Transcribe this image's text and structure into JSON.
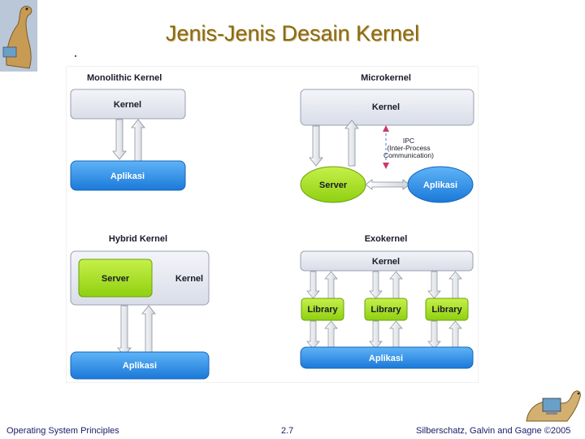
{
  "slide": {
    "title": "Jenis-Jenis Desain Kernel"
  },
  "diagram": {
    "monolithic": {
      "heading": "Monolithic Kernel",
      "kernel": "Kernel",
      "app": "Aplikasi"
    },
    "microkernel": {
      "heading": "Microkernel",
      "kernel": "Kernel",
      "ipc_line1": "IPC",
      "ipc_line2": "(Inter-Process",
      "ipc_line3": "Communication)",
      "server": "Server",
      "app": "Aplikasi"
    },
    "hybrid": {
      "heading": "Hybrid Kernel",
      "server": "Server",
      "kernel": "Kernel",
      "app": "Aplikasi"
    },
    "exokernel": {
      "heading": "Exokernel",
      "kernel": "Kernel",
      "library1": "Library",
      "library2": "Library",
      "library3": "Library",
      "app": "Aplikasi"
    },
    "colors": {
      "kernel_fill": "#e4e7ef",
      "app_fill": "#2a8fe8",
      "server_fill": "#a8e01c",
      "text_dark": "#1a1a2a"
    }
  },
  "footer": {
    "left": "Operating System Principles",
    "center": "2.7",
    "right": "Silberschatz, Galvin and Gagne ©2005"
  },
  "icons": {
    "top_left": "dinosaur-logo-icon",
    "bottom_right": "dinosaur-computer-icon"
  }
}
